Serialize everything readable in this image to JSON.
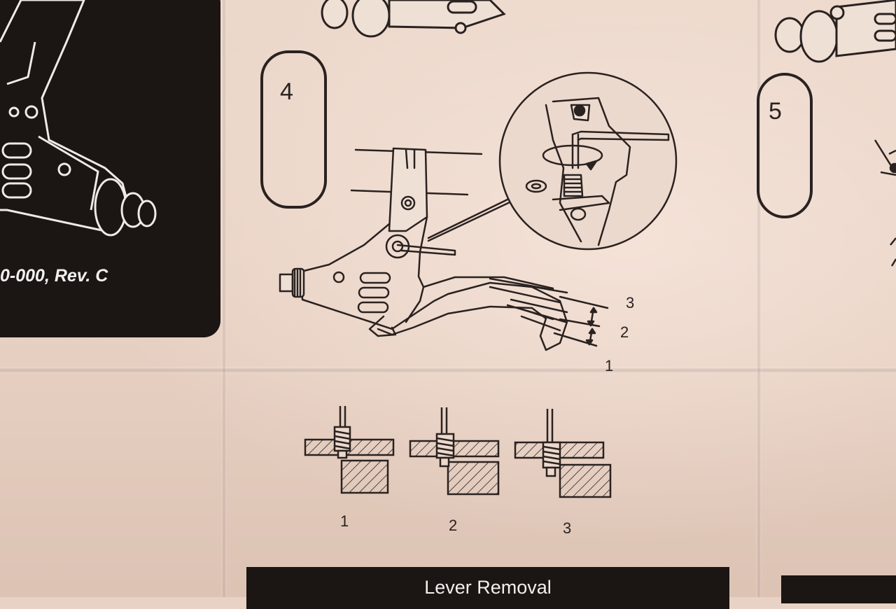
{
  "sidebar_panel": {
    "revision_text": "0-000, Rev. C"
  },
  "steps": {
    "step4_number": "4",
    "step5_number": "5"
  },
  "lever_positions": {
    "label_1": "1",
    "label_2": "2",
    "label_3": "3"
  },
  "screw_positions": {
    "label_1": "1",
    "label_2": "2",
    "label_3": "3"
  },
  "footer": {
    "section_title": "Lever Removal"
  },
  "colors": {
    "paper": "#e7d2c5",
    "ink": "#2a2220",
    "panel": "#1b1513"
  }
}
